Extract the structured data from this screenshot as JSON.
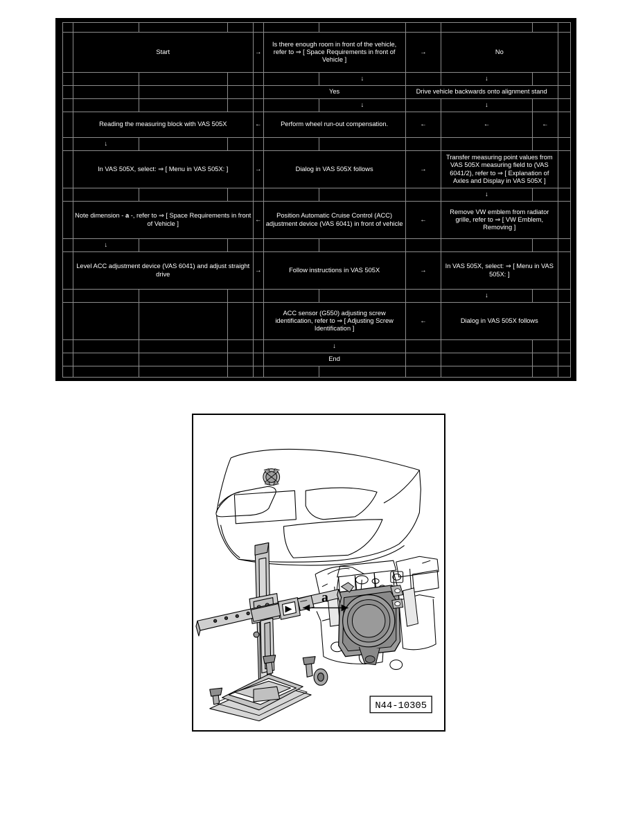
{
  "flowchart": {
    "type": "process-flow-table",
    "background_color": "#000000",
    "text_color": "#ffffff",
    "gridline_color": "#8c8c8c",
    "nodes": {
      "start": "Start",
      "arrow_right_1": "→",
      "question_room": "Is there enough room in front of the vehicle, refer to ⇒ [ Space Requirements in front of Vehicle ]",
      "arrow_right_2": "→",
      "answer_no": "No",
      "arrow_down_yes": "↓",
      "arrow_down_no": "↓",
      "answer_yes": "Yes",
      "drive_backwards": "Drive vehicle backwards onto alignment stand",
      "arrow_down_yes_2": "↓",
      "arrow_down_no_2": "↓",
      "reading_block": "Reading the measuring block with VAS 505X",
      "arrow_left_1": "←",
      "wheel_runout": "Perform wheel run-out compensation.",
      "arrow_left_2": "←",
      "arrow_left_3": "←",
      "arrow_left_4": "←",
      "arrow_down_left_col": "↓",
      "select_menu_1": "In VAS 505X, select: ⇒ [ Menu in VAS 505X: ]",
      "arrow_right_3": "→",
      "dialog_follows_1": "Dialog in VAS 505X follows",
      "arrow_right_4": "→",
      "transfer_values": "Transfer measuring point values from VAS 505X measuring field to (VAS 6041/2), refer to ⇒ [ Explanation of Axles and Display in VAS 505X ]",
      "arrow_down_right_1": "↓",
      "note_dimension": "Note dimension - a -, refer to ⇒ [ Space Requirements in front of Vehicle ]",
      "arrow_left_5": "←",
      "position_acc": "Position Automatic Cruise Control (ACC) adjustment device (VAS 6041) in front of vehicle",
      "arrow_left_6": "←",
      "remove_emblem": "Remove VW emblem from radiator grille, refer to ⇒ [ VW Emblem, Removing ]",
      "arrow_down_left_col_2": "↓",
      "level_acc": "Level ACC adjustment device (VAS 6041) and adjust straight drive",
      "arrow_right_5": "→",
      "follow_instructions": "Follow instructions in VAS 505X",
      "arrow_right_6": "→",
      "select_menu_2": "In VAS 505X, select: ⇒ [ Menu in VAS 505X: ]",
      "arrow_down_right_2": "↓",
      "acc_screw": "ACC sensor (G550) adjusting screw identification, refer to ⇒ [ Adjusting Screw Identification ]",
      "arrow_left_7": "←",
      "dialog_follows_2": "Dialog in VAS 505X follows",
      "arrow_down_end": "↓",
      "end": "End"
    },
    "note_dimension_parts": {
      "before": "Note dimension - ",
      "emphasis": "a",
      "after": " -, refer to ⇒ [ Space Requirements in front of Vehicle ]"
    }
  },
  "illustration": {
    "title": "ACC adjustment device (VAS 6041) positioned in front of vehicle",
    "part_number": "N44-10305",
    "dimension_label": "a",
    "frame_color": "#000000",
    "fill_gray_light": "#d0d0d0",
    "fill_gray_mid": "#b0b0b0",
    "fill_gray_dark": "#8f8f8f",
    "components": [
      "vehicle-front-outline",
      "vw-emblem",
      "acc-adjustment-device-vas6041",
      "measuring-beam",
      "device-base-frame",
      "radiator-support",
      "acc-sensor-g550",
      "dimension-arrow-a"
    ]
  }
}
